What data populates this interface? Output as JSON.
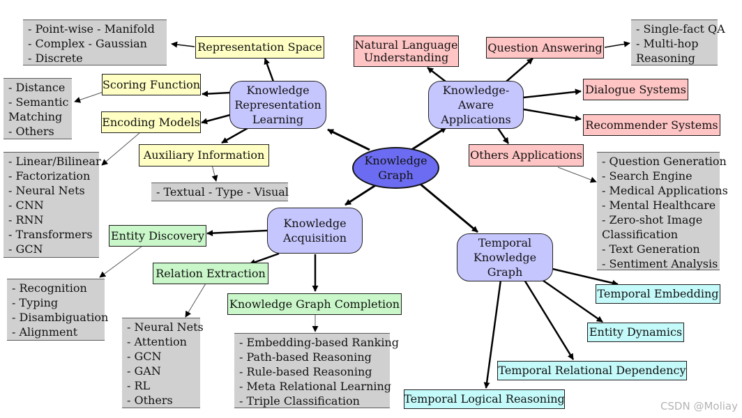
{
  "center": {
    "lines": [
      "Knowledge",
      "Graph"
    ]
  },
  "hubs": {
    "representation": {
      "lines": [
        "Knowledge",
        "Representation",
        "Learning"
      ]
    },
    "applications": {
      "lines": [
        "Knowledge-",
        "Aware",
        "Applications"
      ]
    },
    "acquisition": {
      "lines": [
        "Knowledge",
        "Acquisition"
      ]
    },
    "temporal": {
      "lines": [
        "Temporal",
        "Knowledge",
        "Graph"
      ]
    }
  },
  "labels": {
    "representation_space": "Representation Space",
    "scoring_function": "Scoring Function",
    "encoding_models": "Encoding Models",
    "auxiliary_information": "Auxiliary Information",
    "nlu": [
      "Natural Language",
      "Understanding"
    ],
    "question_answering": "Question Answering",
    "dialogue_systems": "Dialogue Systems",
    "recommender_systems": "Recommender Systems",
    "others_applications": "Others Applications",
    "entity_discovery": "Entity Discovery",
    "relation_extraction": "Relation Extraction",
    "kg_completion": "Knowledge Graph Completion",
    "temporal_embedding": "Temporal Embedding",
    "entity_dynamics": "Entity Dynamics",
    "temporal_relational_dependency": "Temporal Relational Dependency",
    "temporal_logical_reasoning": "Temporal Logical Reasoning"
  },
  "lists": {
    "space": [
      "- Point-wise  - Manifold",
      "- Complex    - Gaussian",
      "- Discrete"
    ],
    "scoring": [
      "- Distance",
      "- Semantic",
      "Matching",
      "- Others"
    ],
    "encoding": [
      "- Linear/Bilinear",
      "- Factorization",
      "- Neural Nets",
      "- CNN",
      "- RNN",
      "- Transformers",
      "- GCN"
    ],
    "auxiliary": [
      "- Textual - Type - Visual"
    ],
    "qa": [
      "- Single-fact QA",
      "- Multi-hop",
      "Reasoning"
    ],
    "other_apps": [
      "- Question Generation",
      "- Search Engine",
      "- Medical Applications",
      "- Mental Healthcare",
      "- Zero-shot Image",
      "Classification",
      "- Text Generation",
      "- Sentiment Analysis"
    ],
    "entity": [
      "- Recognition",
      "- Typing",
      "- Disambiguation",
      "- Alignment"
    ],
    "relation": [
      "- Neural Nets",
      "- Attention",
      "- GCN",
      "- GAN",
      "- RL",
      "- Others"
    ],
    "completion": [
      "- Embedding-based Ranking",
      "- Path-based Reasoning",
      "- Rule-based Reasoning",
      "- Meta Relational Learning",
      "- Triple Classification"
    ]
  },
  "watermark": "CSDN @Moliay",
  "colors": {
    "center": "#6c6cf2",
    "hub": "#c6c6ff",
    "representation": "#ffffc3",
    "applications": "#ffc4c4",
    "acquisition": "#c9f7c9",
    "temporal": "#c4fafa",
    "list": "#d0d0d0"
  }
}
